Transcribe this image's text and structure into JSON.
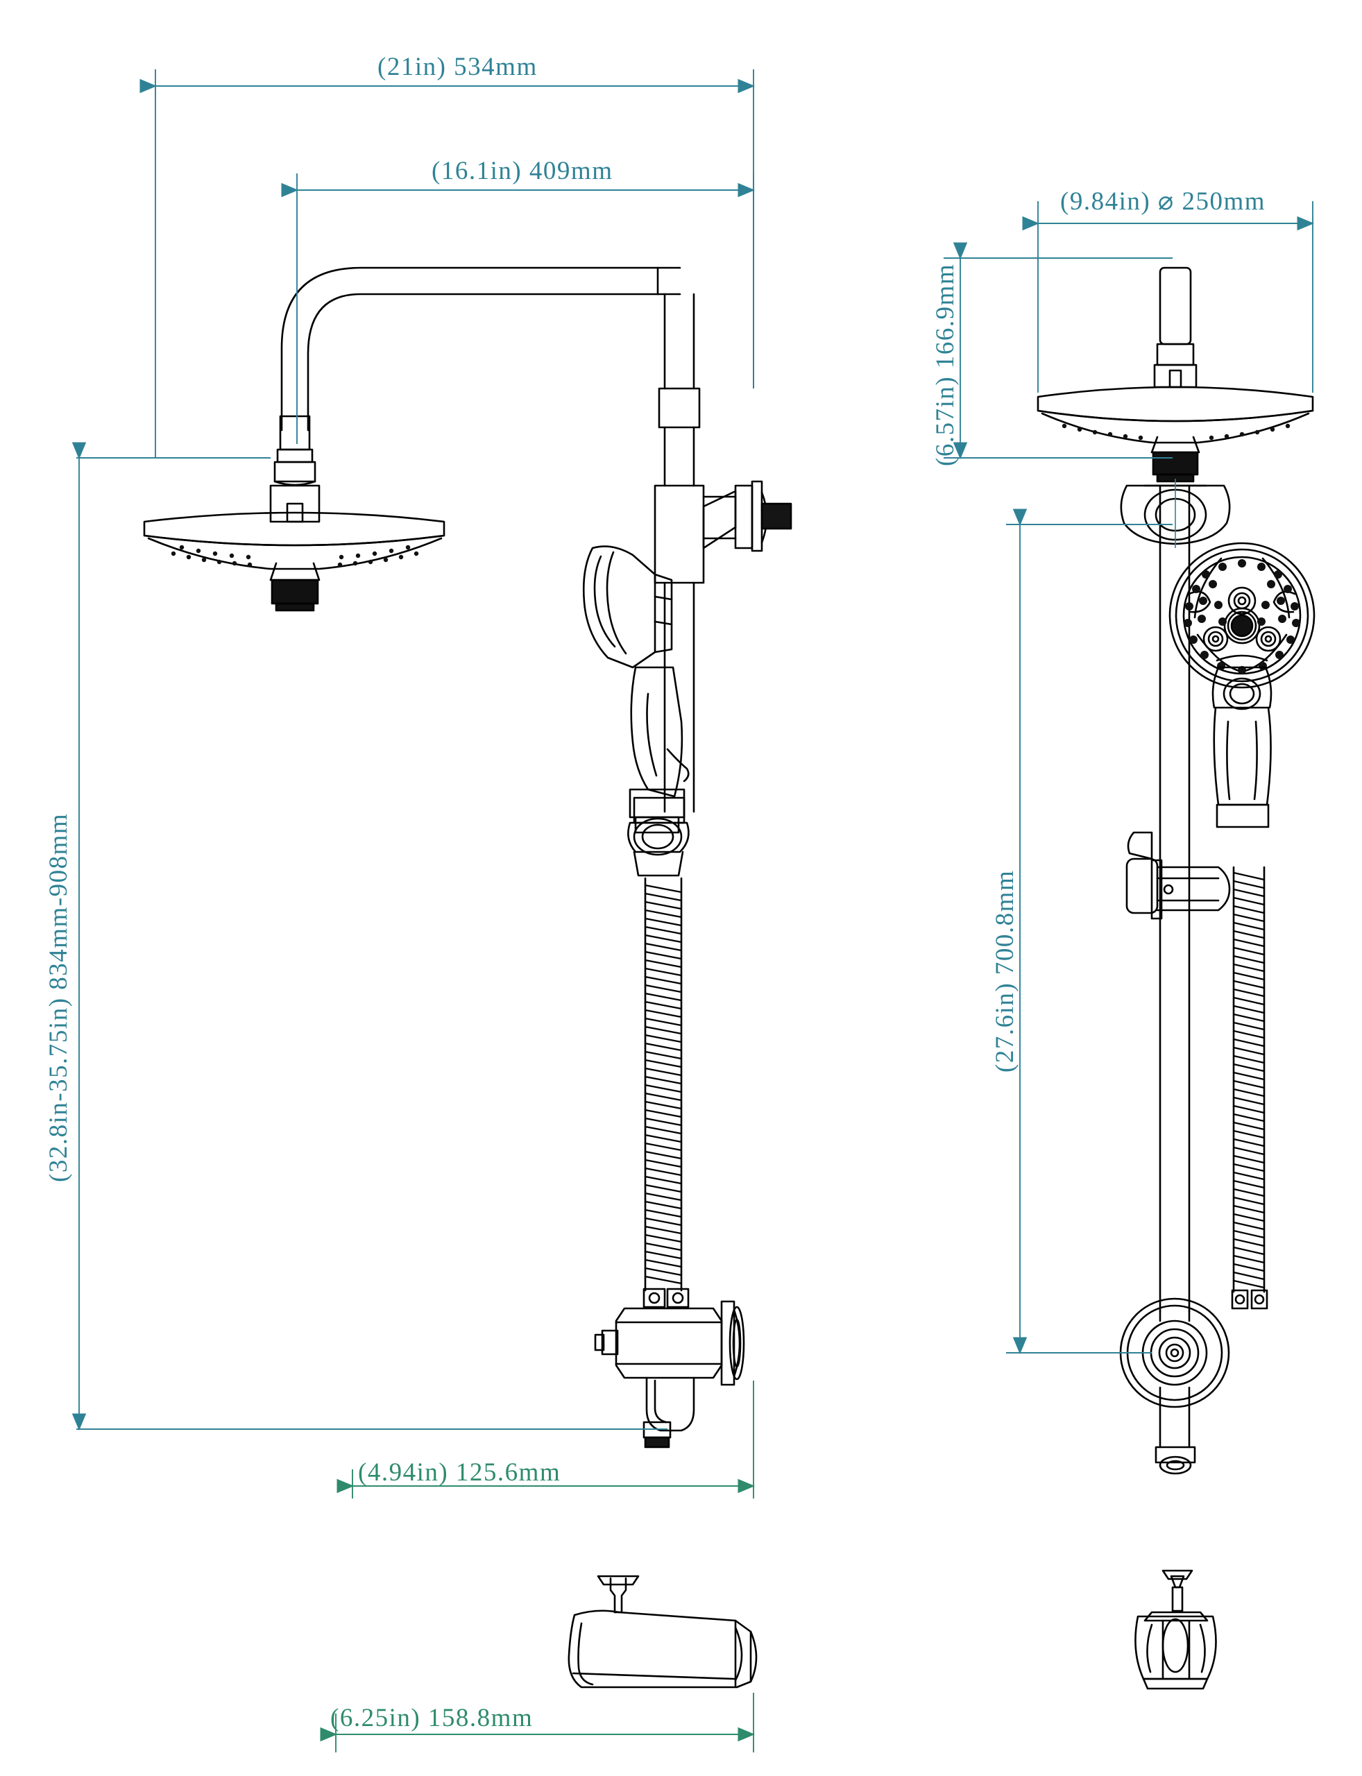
{
  "document": {
    "type": "technical-dimension-drawing",
    "subject": "Rain shower system with handheld sprayer, slide bar, diverter valve and tub spout",
    "background_color": "#ffffff",
    "dimension_color_primary": "#2f8296",
    "dimension_color_secondary": "#2e8b6b",
    "outline_color": "#000000"
  },
  "dimensions": {
    "front_view": {
      "overall_arm_width": "(21in) 534mm",
      "shower_arm_reach": "(16.1in) 409mm",
      "overall_height": "(32.8in-35.75in) 834mm-908mm",
      "spout_projection": "(4.94in) 125.6mm",
      "tub_spout_length": "(6.25in) 158.8mm"
    },
    "side_view": {
      "rain_head_diameter": "(9.84in) ⌀ 250mm",
      "head_to_arm_height": "(6.57in) 166.9mm",
      "slide_bar_length": "(27.6in) 700.8mm"
    }
  },
  "labels": [
    {
      "id": "dim-overall-arm-width",
      "text": "(21in) 534mm",
      "color": "#2f8296"
    },
    {
      "id": "dim-shower-arm-reach",
      "text": "(16.1in) 409mm",
      "color": "#2f8296"
    },
    {
      "id": "dim-rain-head-diameter",
      "text": "(9.84in) ⌀ 250mm",
      "color": "#2f8296"
    },
    {
      "id": "dim-head-to-arm-height",
      "text": "(6.57in) 166.9mm",
      "color": "#2f8296"
    },
    {
      "id": "dim-overall-height",
      "text": "(32.8in-35.75in) 834mm-908mm",
      "color": "#2f8296"
    },
    {
      "id": "dim-slide-bar-length",
      "text": "(27.6in) 700.8mm",
      "color": "#2f8296"
    },
    {
      "id": "dim-spout-projection",
      "text": "(4.94in) 125.6mm",
      "color": "#2e8b6b"
    },
    {
      "id": "dim-tub-spout-length",
      "text": "(6.25in) 158.8mm",
      "color": "#2e8b6b"
    }
  ],
  "views": {
    "front_view_label": "",
    "side_view_label": ""
  }
}
